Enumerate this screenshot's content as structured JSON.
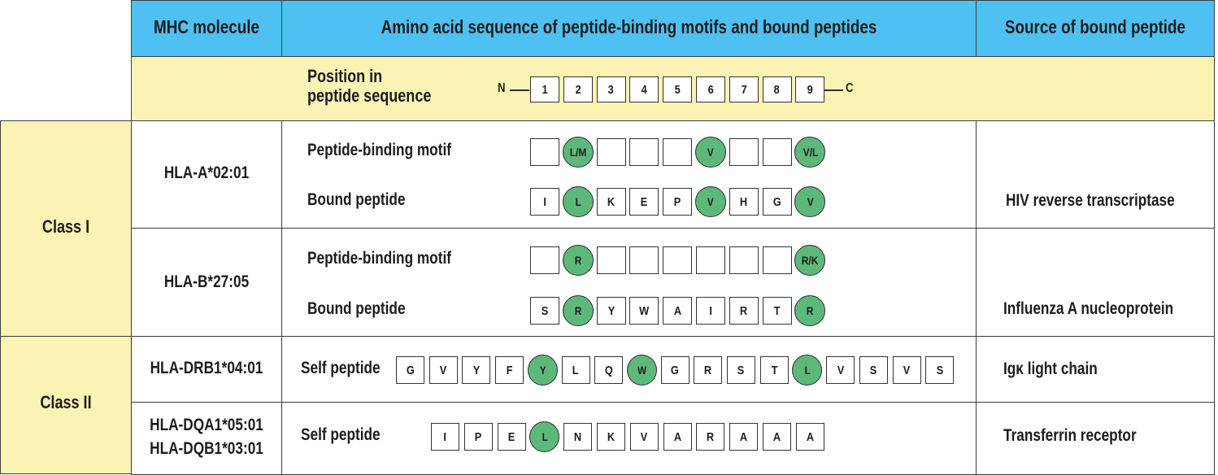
{
  "header": {
    "col1": "MHC molecule",
    "col2": "Amino acid sequence of peptide-binding motifs and bound peptides",
    "col3": "Source of bound peptide"
  },
  "position_row": {
    "label_line1": "Position in",
    "label_line2": "peptide sequence",
    "n_label": "N",
    "c_label": "C",
    "positions": [
      "1",
      "2",
      "3",
      "4",
      "5",
      "6",
      "7",
      "8",
      "9"
    ]
  },
  "classes": {
    "class1": "Class I",
    "class2": "Class II"
  },
  "rows": [
    {
      "mhc": "HLA-A*02:01",
      "motif_label": "Peptide-binding motif",
      "motif": [
        "",
        "L/M",
        "",
        "",
        "",
        "V",
        "",
        "",
        "V/L"
      ],
      "bound_label": "Bound peptide",
      "bound": [
        "I",
        "L",
        "K",
        "E",
        "P",
        "V",
        "H",
        "G",
        "V"
      ],
      "anchors": [
        1,
        5,
        8
      ],
      "source": "HIV reverse transcriptase"
    },
    {
      "mhc": "HLA-B*27:05",
      "motif_label": "Peptide-binding motif",
      "motif": [
        "",
        "R",
        "",
        "",
        "",
        "",
        "",
        "",
        "R/K"
      ],
      "bound_label": "Bound peptide",
      "bound": [
        "S",
        "R",
        "Y",
        "W",
        "A",
        "I",
        "R",
        "T",
        "R"
      ],
      "anchors": [
        1,
        8
      ],
      "source": "Influenza A nucleoprotein"
    },
    {
      "mhc": "HLA-DRB1*04:01",
      "self_label": "Self peptide",
      "sequence": [
        "G",
        "V",
        "Y",
        "F",
        "Y",
        "L",
        "Q",
        "W",
        "G",
        "R",
        "S",
        "T",
        "L",
        "V",
        "S",
        "V",
        "S"
      ],
      "anchors": [
        4,
        7,
        12
      ],
      "source": "Igκ light chain"
    },
    {
      "mhc_line1": "HLA-DQA1*05:01",
      "mhc_line2": "HLA-DQB1*03:01",
      "self_label": "Self peptide",
      "sequence": [
        "I",
        "P",
        "E",
        "L",
        "N",
        "K",
        "V",
        "A",
        "R",
        "A",
        "A",
        "A"
      ],
      "anchors": [
        3
      ],
      "source": "Transferrin receptor"
    }
  ]
}
